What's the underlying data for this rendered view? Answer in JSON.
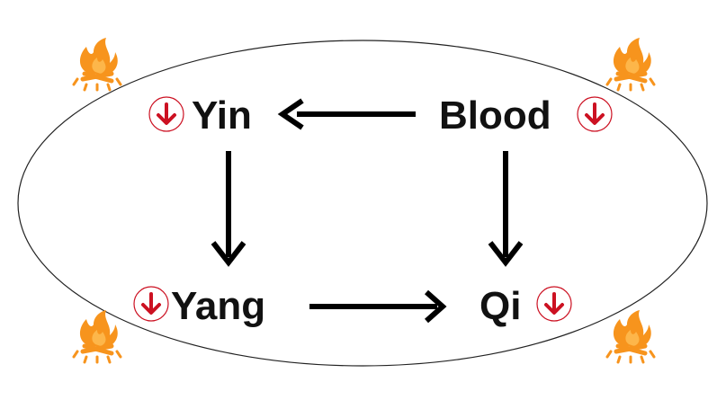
{
  "nodes": {
    "yin": {
      "label": "Yin",
      "indicator": "down-arrow-icon"
    },
    "blood": {
      "label": "Blood",
      "indicator": "down-arrow-icon"
    },
    "yang": {
      "label": "Yang",
      "indicator": "down-arrow-icon"
    },
    "qi": {
      "label": "Qi",
      "indicator": "down-arrow-icon"
    }
  },
  "edges": [
    {
      "from": "Blood",
      "to": "Yin"
    },
    {
      "from": "Yin",
      "to": "Yang"
    },
    {
      "from": "Blood",
      "to": "Qi"
    },
    {
      "from": "Yang",
      "to": "Qi"
    }
  ],
  "decorations": {
    "corner_icon": "campfire-icon"
  },
  "colors": {
    "arrow": "#000000",
    "indicator_red": "#cc1122",
    "fire_orange": "#f7941d",
    "fire_light": "#fdb64a",
    "text": "#111111"
  }
}
